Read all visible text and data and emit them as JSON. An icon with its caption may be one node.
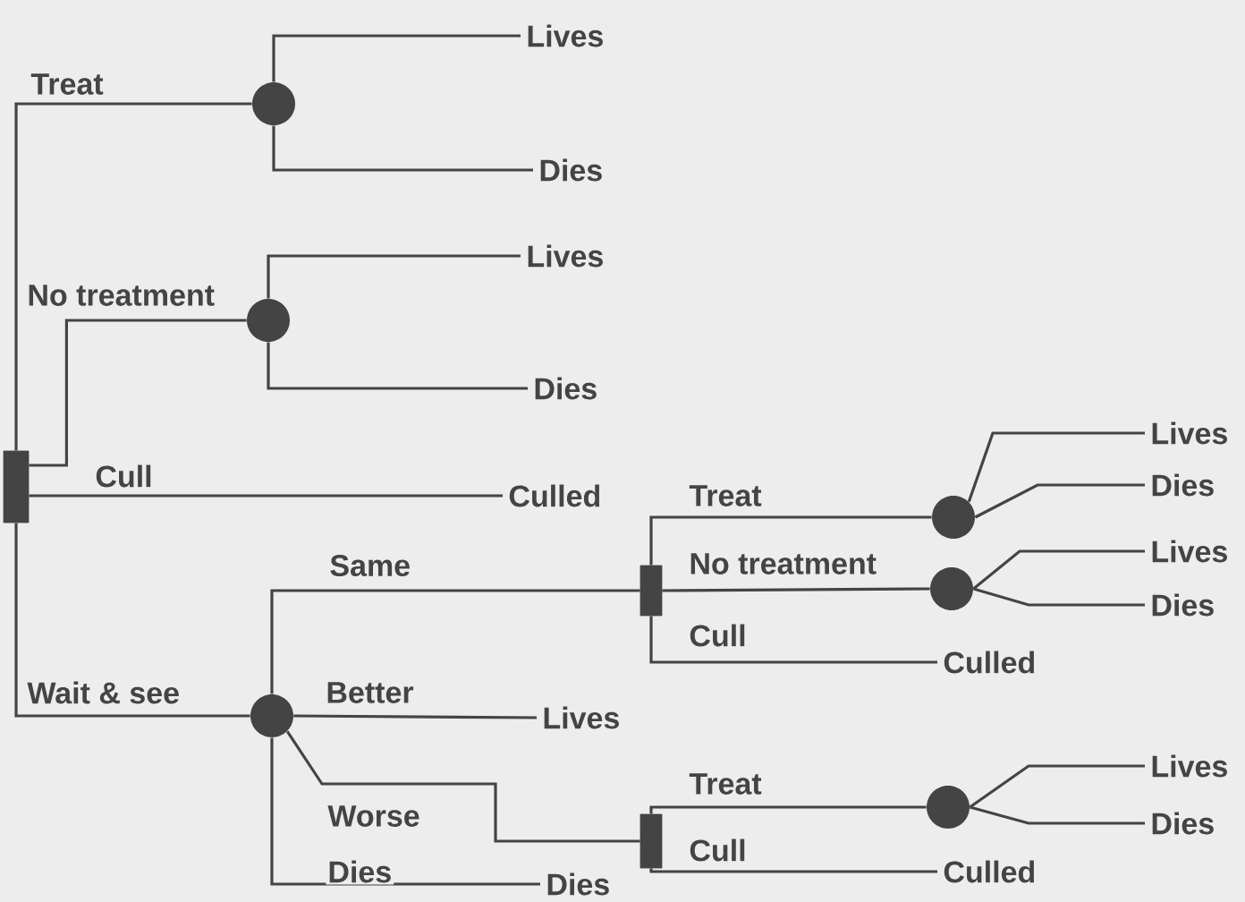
{
  "diagram": {
    "nodes": [
      {
        "text": [],
        "shape": "box"
      },
      {
        "text": [],
        "shape": "circle"
      },
      {
        "text": [
          "Lives"
        ]
      },
      {
        "text": [
          "Dies"
        ]
      },
      {
        "text": [],
        "shape": "circle"
      },
      {
        "text": [
          "Lives"
        ]
      },
      {
        "text": [
          "Dies"
        ]
      },
      {
        "text": [
          "Culled"
        ]
      },
      {
        "text": [],
        "shape": "circle"
      },
      {
        "text": [],
        "shape": "box"
      },
      {
        "text": [],
        "shape": "circle"
      },
      {
        "text": [
          "Lives"
        ]
      },
      {
        "text": [
          "Dies"
        ]
      },
      {
        "text": [],
        "shape": "circle"
      },
      {
        "text": [
          "Lives"
        ]
      },
      {
        "text": [
          "Dies"
        ]
      },
      {
        "text": [
          "Culled"
        ]
      },
      {
        "text": [
          "Lives"
        ]
      },
      {
        "text": [],
        "shape": "box"
      },
      {
        "text": [],
        "shape": "circle"
      },
      {
        "text": [
          "Lives"
        ]
      },
      {
        "text": [
          "Dies"
        ]
      },
      {
        "text": [
          "Culled"
        ]
      },
      {
        "text": [
          "Dies"
        ]
      }
    ],
    "edges": [
      {
        "from": 0,
        "to": 1,
        "arrow": "none",
        "label": "Treat"
      },
      {
        "from": 0,
        "to": 4,
        "arrow": "none",
        "label": "No treatment"
      },
      {
        "from": 0,
        "to": 7,
        "arrow": "none",
        "label": "Cull"
      },
      {
        "from": 0,
        "to": 8,
        "arrow": "none",
        "label": "Wait & see"
      },
      {
        "from": 1,
        "to": 2,
        "arrow": "none"
      },
      {
        "from": 1,
        "to": 3,
        "arrow": "none"
      },
      {
        "from": 4,
        "to": 5,
        "arrow": "none"
      },
      {
        "from": 4,
        "to": 6,
        "arrow": "none"
      },
      {
        "from": 8,
        "to": 9,
        "arrow": "none",
        "label": "Same"
      },
      {
        "from": 8,
        "to": 17,
        "arrow": "none",
        "label": "Better"
      },
      {
        "from": 8,
        "to": 18,
        "arrow": "none",
        "label": "Worse"
      },
      {
        "from": 8,
        "to": 23,
        "arrow": "none",
        "label": "Dies"
      },
      {
        "from": 9,
        "to": 10,
        "arrow": "none",
        "label": "Treat"
      },
      {
        "from": 9,
        "to": 13,
        "arrow": "none",
        "label": "No treatment"
      },
      {
        "from": 9,
        "to": 16,
        "arrow": "none",
        "label": "Cull"
      },
      {
        "from": 10,
        "to": 11,
        "arrow": "none"
      },
      {
        "from": 10,
        "to": 12,
        "arrow": "none"
      },
      {
        "from": 13,
        "to": 14,
        "arrow": "none"
      },
      {
        "from": 13,
        "to": 15,
        "arrow": "none"
      },
      {
        "from": 18,
        "to": 19,
        "arrow": "none",
        "label": "Treat"
      },
      {
        "from": 18,
        "to": 22,
        "arrow": "none",
        "label": "Cull"
      },
      {
        "from": 19,
        "to": 20,
        "arrow": "none"
      },
      {
        "from": 19,
        "to": 21,
        "arrow": "none"
      }
    ]
  }
}
